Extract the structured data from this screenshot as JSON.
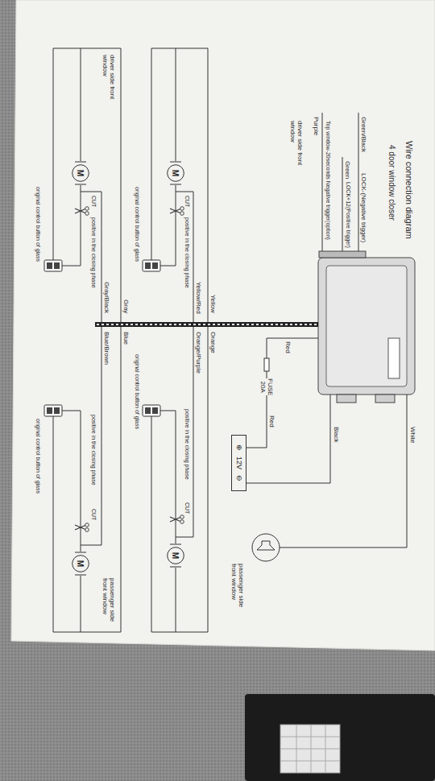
{
  "diagram": {
    "title": "Wire connection diagram",
    "nodes": [
      {
        "text": [
          "FUSE 20A"
        ]
      },
      {
        "text": [
          "⊕",
          "12V",
          "⊖"
        ]
      },
      {
        "text": [
          "M"
        ]
      },
      {
        "text": [
          "M"
        ]
      },
      {
        "text": [
          "M"
        ]
      },
      {
        "text": [
          "M"
        ]
      }
    ],
    "edges": [
      {
        "from": 0,
        "to": 1,
        "arrow": "none",
        "label": "Red"
      }
    ],
    "labels": [
      "4 door window closer",
      "Green/Black",
      "LOCK-(Negative trigger)",
      "Green",
      "LOCK+12(Positive trigger)",
      "Top window-20seconds Negative trigger(option)",
      "Purple",
      "White",
      "Black",
      "Red",
      "driver side front window",
      "Yellow",
      "Yellow/Red",
      "CUT",
      "positive in the closing phase",
      "original control button of glass",
      "passenger side front window",
      "Orange",
      "Orange/Purple",
      "CUT",
      "positive in the closing phase",
      "original control button of glass",
      "driver side front window",
      "Gray",
      "Gray/Black",
      "CUT",
      "positive in the closing phase",
      "original control button of glass",
      "passenger side front window",
      "Blue",
      "Blue/Brown",
      "CUT",
      "positive in the closing phase",
      "original control button of glass"
    ]
  }
}
